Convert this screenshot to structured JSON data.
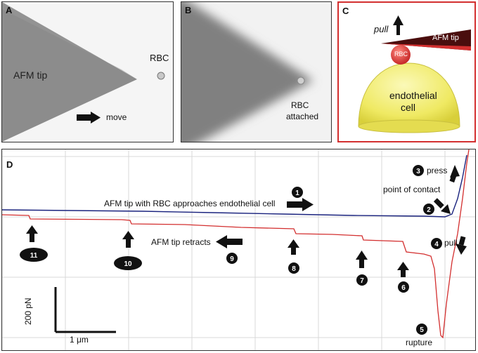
{
  "panels": {
    "A": {
      "label": "A",
      "tip_label": "AFM tip",
      "rbc_label": "RBC",
      "move_label": "move"
    },
    "B": {
      "label": "B",
      "attached_line1": "RBC",
      "attached_line2": "attached"
    },
    "C": {
      "label": "C",
      "pull_label": "pull",
      "tip_label": "AFM tip",
      "rbc_label": "RBC",
      "cell_line1": "endothelial",
      "cell_line2": "cell"
    },
    "D": {
      "label": "D",
      "approach_label": "AFM tip with RBC approaches endothelial cell",
      "retract_label": "AFM tip retracts",
      "point_of_contact": "point of contact",
      "press_label": "press",
      "pull_label": "pull",
      "rupture_label": "rupture",
      "scale_y_label": "200 pN",
      "scale_x_label": "1 μm",
      "markers": [
        "1",
        "2",
        "3",
        "4",
        "5",
        "6",
        "7",
        "8",
        "9",
        "10",
        "11"
      ]
    }
  },
  "colors": {
    "approach_curve": "#1a237e",
    "retract_curve": "#d32f2f",
    "panel_c_border": "#d32f2f",
    "tip_dark": "#4a0d0d",
    "rbc_red": "#e53935",
    "cell_yellow": "#f2ee6a"
  }
}
